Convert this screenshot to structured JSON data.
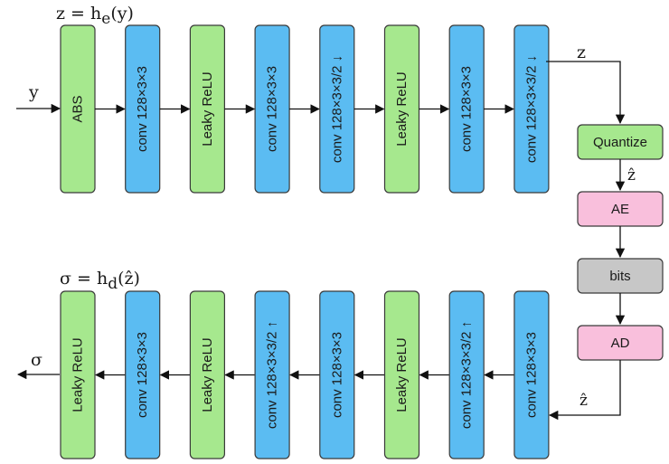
{
  "encoder": {
    "equation": "z = hₑ(y)",
    "input_label": "y",
    "output_label": "z",
    "blocks": [
      {
        "label": "ABS",
        "kind": "activation"
      },
      {
        "label": "conv 128×3×3",
        "kind": "conv"
      },
      {
        "label": "Leaky ReLU",
        "kind": "activation"
      },
      {
        "label": "conv 128×3×3",
        "kind": "conv"
      },
      {
        "label": "conv 128×3×3/2 ↓",
        "kind": "conv"
      },
      {
        "label": "Leaky ReLU",
        "kind": "activation"
      },
      {
        "label": "conv 128×3×3",
        "kind": "conv"
      },
      {
        "label": "conv 128×3×3/2 ↓",
        "kind": "conv"
      }
    ]
  },
  "entropy": {
    "quantize_label": "Quantize",
    "zhat_label": "ẑ",
    "ae_label": "AE",
    "bits_label": "bits",
    "ad_label": "AD",
    "zhat_bottom_label": "ẑ"
  },
  "decoder": {
    "equation": "σ = h_d(ẑ)",
    "output_label": "σ",
    "blocks": [
      {
        "label": "Leaky ReLU",
        "kind": "activation"
      },
      {
        "label": "conv 128×3×3",
        "kind": "conv"
      },
      {
        "label": "Leaky ReLU",
        "kind": "activation"
      },
      {
        "label": "conv 128×3×3/2 ↑",
        "kind": "conv"
      },
      {
        "label": "conv 128×3×3",
        "kind": "conv"
      },
      {
        "label": "Leaky ReLU",
        "kind": "activation"
      },
      {
        "label": "conv 128×3×3/2 ↑",
        "kind": "conv"
      },
      {
        "label": "conv 128×3×3",
        "kind": "conv"
      }
    ]
  },
  "colors": {
    "activation": "#a6e88e",
    "conv": "#5bbcf2",
    "coder": "#f9bfdc",
    "bits": "#c7c7c7"
  }
}
